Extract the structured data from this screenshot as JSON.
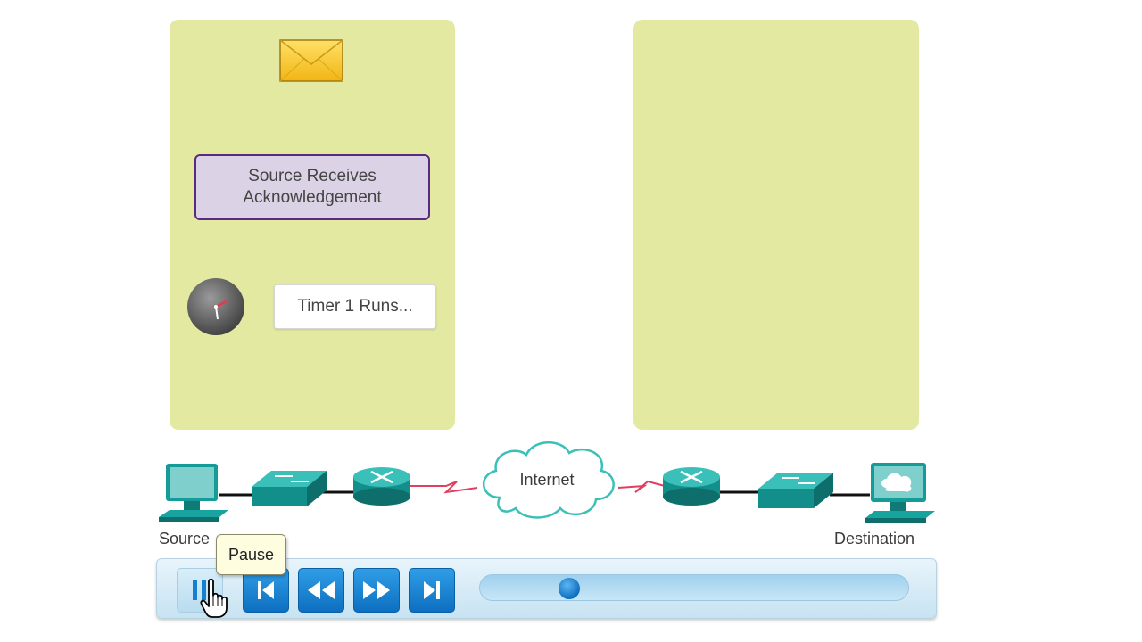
{
  "left_panel": {
    "ack_text": "Source Receives Acknowledgement",
    "timer_text": "Timer 1 Runs..."
  },
  "network": {
    "source_label": "Source",
    "destination_label": "Destination",
    "cloud_label": "Internet"
  },
  "controls": {
    "tooltip": "Pause",
    "progress": 0.19
  },
  "colors": {
    "panel": "#e4e9a2",
    "ack_border": "#5a2a82",
    "device": "#159c98",
    "wan_link": "#e04060",
    "button": "#1580d0"
  },
  "icons": [
    "envelope-icon",
    "timer-icon",
    "pc-icon",
    "switch-icon",
    "router-icon",
    "cloud-icon",
    "server-pc-icon",
    "pause-icon",
    "skip-back-icon",
    "rewind-icon",
    "fast-forward-icon",
    "skip-forward-icon",
    "hand-cursor-icon"
  ]
}
